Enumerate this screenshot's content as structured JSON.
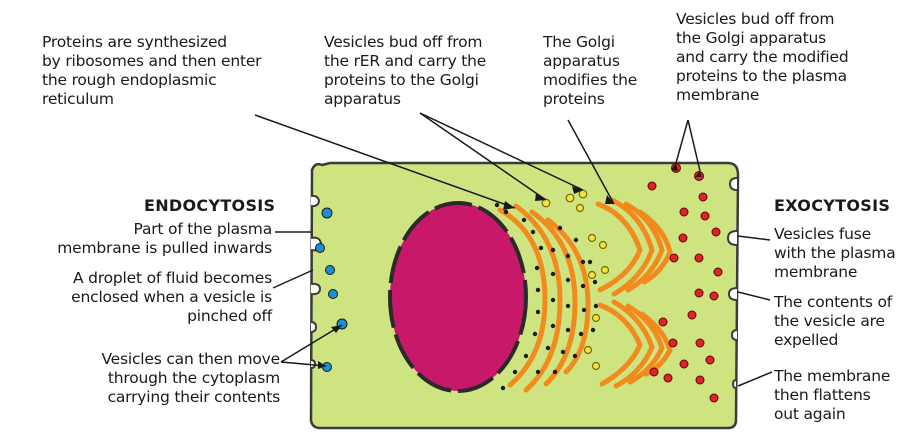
{
  "labels": {
    "proteins_synth": "Proteins are synthesized\nby ribosomes and then enter\nthe rough endoplasmic\nreticulum",
    "vesicles_rer": "Vesicles bud off from\nthe rER and carry the\nproteins to the Golgi\napparatus",
    "golgi_modifies": "The Golgi\napparatus\nmodifies the\nproteins",
    "vesicles_golgi": "Vesicles bud off from\nthe Golgi apparatus\nand carry the modified\nproteins to the plasma\nmembrane"
  },
  "endocytosis": {
    "heading": "ENDOCYTOSIS",
    "step1": "Part of the plasma\nmembrane is pulled inwards",
    "step2": "A droplet of fluid becomes\nenclosed when a vesicle is\npinched off",
    "step3": "Vesicles can then move\nthrough the cytoplasm\ncarrying their contents"
  },
  "exocytosis": {
    "heading": "EXOCYTOSIS",
    "step1": "Vesicles fuse\nwith the plasma\nmembrane",
    "step2": "The contents of\nthe vesicle are\nexpelled",
    "step3": "The membrane\nthen flattens\nout again"
  },
  "colors": {
    "cytoplasm": "#cde481",
    "membrane": "#3b3b3b",
    "nucleus": "#c8186a",
    "rough_er": "#f28a1e",
    "golgi": "#f28a1e",
    "ribosome": "#1a1a1a",
    "endocytic_vesicle": "#1f8fd0",
    "golgi_vesicle": "#f3e24a",
    "secretory_vesicle": "#d9252b"
  }
}
